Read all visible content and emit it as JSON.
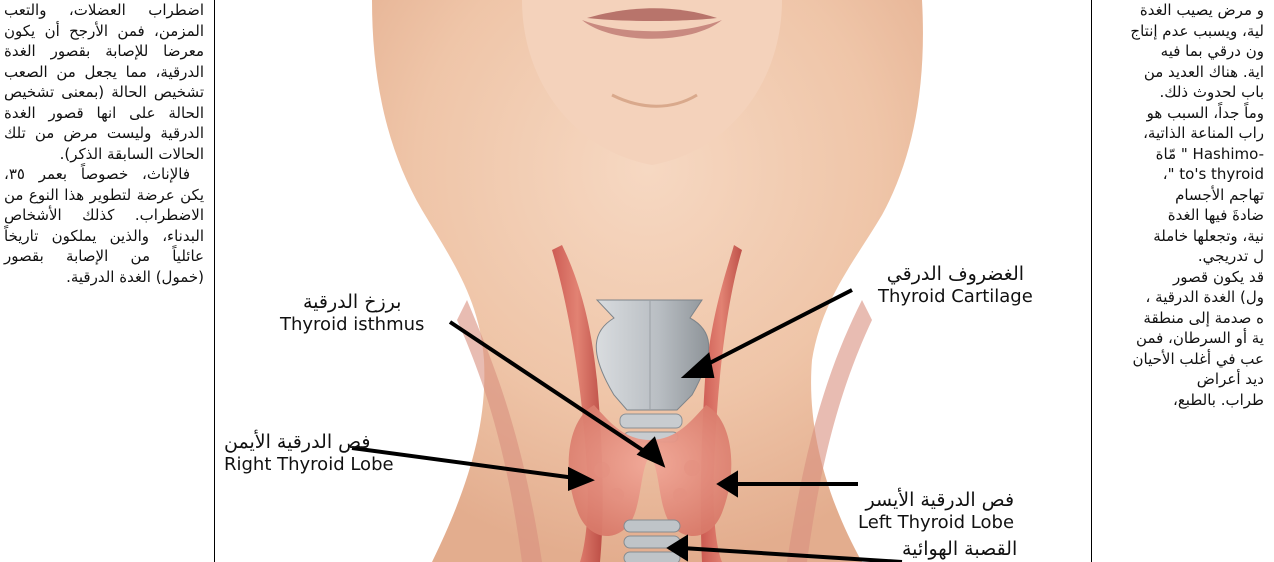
{
  "left_column": {
    "paragraph_1": "اضطراب العضلات، والتعب المزمن، فمن الأرجح أن يكون معرضا للإصابة بقصور الغدة الدرقية، مما يجعل من الصعب تشخيص الحالة (بمعنى تشخيص الحالة على انها قصور الغدة الدرقية وليست مرض من تلك الحالات السابقة الذكر).",
    "paragraph_2": "فالإناث، خصوصاً بعمر ٣٥، يكن عرضة لتطوير هذا النوع من الاضطراب. كذلك الأشخاص البدناء، والذين يملكون تاريخاً عائلياً من الإصابة بقصور (خمول) الغدة الدرقية."
  },
  "right_column": {
    "lines": [
      "و مرض يصيب الغدة",
      "لية، ويسبب عدم إنتاج",
      "ون درقي بما فيه",
      "اية. هناك العديد من",
      "باب لحدوث ذلك.",
      "وماً جداً، السبب هو",
      "راب المناعة الذاتية،",
      "مّاة \" Hashimo-",
      "،\" to's thyroid",
      "تهاجم الأجسام",
      "ضادةَ فيها الغدة",
      "نية، وتجعلها خاملة",
      "ل تدريجي.",
      "قد يكون قصور",
      "ول) الغدة الدرقية ،",
      "ه صدمة إلى منطقة",
      "ية أو السرطان، فمن",
      "عب في أغلب الأحيان",
      "ديد أعراض",
      "طراب. بالطبع،"
    ]
  },
  "illustration": {
    "labels": {
      "thyroid_cartilage": {
        "ar": "الغضروف الدرقي",
        "en": "Thyroid Cartilage"
      },
      "thyroid_isthmus": {
        "ar": "برزخ الدرقية",
        "en": "Thyroid isthmus"
      },
      "right_lobe": {
        "ar": "فص الدرقية الأيمن",
        "en": "Right Thyroid Lobe"
      },
      "left_lobe": {
        "ar": "فص الدرقية الأيسر",
        "en": "Left Thyroid Lobe"
      },
      "trachea": {
        "ar": "القصبة الهوائية"
      }
    }
  }
}
